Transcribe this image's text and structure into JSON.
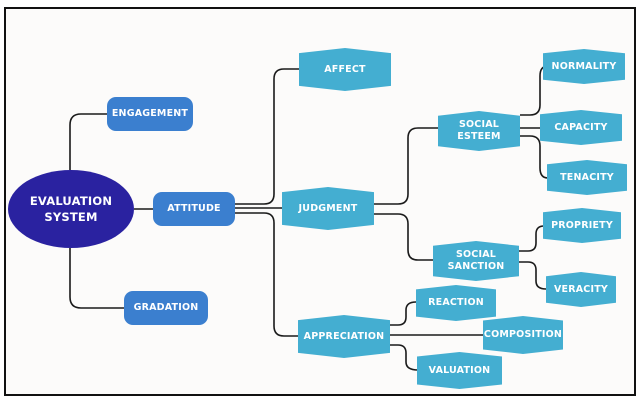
{
  "diagram": {
    "type": "mind-map",
    "colors": {
      "root": "#2a22a0",
      "level1": "#3b7fcf",
      "level2plus": "#44aed1",
      "connector": "#1a1a1a",
      "background": "#fcfbfa"
    },
    "root": {
      "label_line1": "EVALUATION",
      "label_line2": "SYSTEM"
    },
    "level1": {
      "engagement": "ENGAGEMENT",
      "attitude": "ATTITUDE",
      "gradation": "GRADATION"
    },
    "attitude_children": {
      "affect": "AFFECT",
      "judgment": "JUDGMENT",
      "appreciation": "APPRECIATION"
    },
    "judgment_children": {
      "social_esteem_line1": "SOCIAL",
      "social_esteem_line2": "ESTEEM",
      "social_sanction_line1": "SOCIAL",
      "social_sanction_line2": "SANCTION"
    },
    "social_esteem_children": [
      "NORMALITY",
      "CAPACITY",
      "TENACITY"
    ],
    "social_sanction_children": [
      "PROPRIETY",
      "VERACITY"
    ],
    "appreciation_children": [
      "REACTION",
      "COMPOSITION",
      "VALUATION"
    ]
  }
}
